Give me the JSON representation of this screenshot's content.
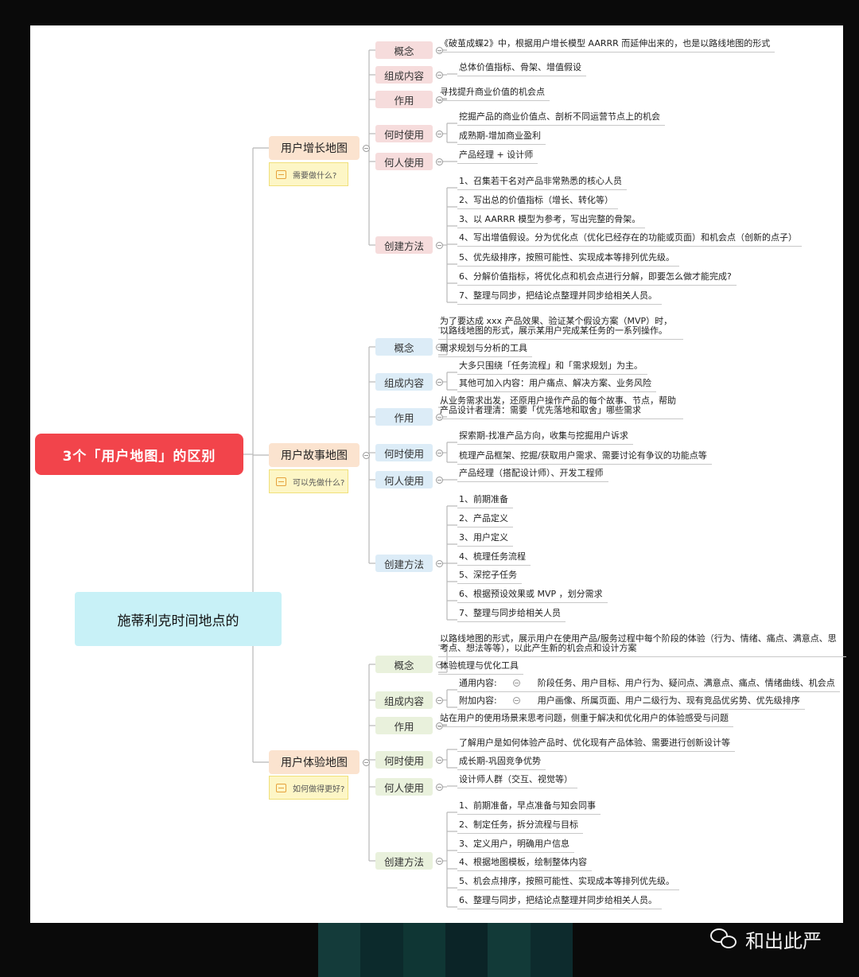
{
  "root": {
    "title": "3个「用户地图」的区别"
  },
  "floating": {
    "title": "施蒂利克时间地点的"
  },
  "branches": [
    {
      "title": "用户增长地图",
      "note": "需要做什么?",
      "children": [
        {
          "label": "概念",
          "items": [
            "《破茧成蝶2》中，根据用户增长模型 AARRR 而延伸出来的，也是以路线地图的形式"
          ]
        },
        {
          "label": "组成内容",
          "items": [
            "总体价值指标、骨架、增值假设"
          ]
        },
        {
          "label": "作用",
          "items": [
            "寻找提升商业价值的机会点"
          ]
        },
        {
          "label": "何时使用",
          "items": [
            "挖掘产品的商业价值点、剖析不同运营节点上的机会",
            "成熟期-增加商业盈利"
          ]
        },
        {
          "label": "何人使用",
          "items": [
            "产品经理 + 设计师"
          ]
        },
        {
          "label": "创建方法",
          "items": [
            "1、召集若干名对产品非常熟悉的核心人员",
            "2、写出总的价值指标（增长、转化等）",
            "3、以 AARRR 模型为参考，写出完整的骨架。",
            "4、写出增值假设。分为优化点（优化已经存在的功能或页面）和机会点（创新的点子）",
            "5、优先级排序，按照可能性、实现成本等排列优先级。",
            "6、分解价值指标，将优化点和机会点进行分解，即要怎么做才能完成?",
            "7、整理与同步，把结论点整理并同步给相关人员。"
          ]
        }
      ]
    },
    {
      "title": "用户故事地图",
      "note": "可以先做什么?",
      "children": [
        {
          "label": "概念",
          "items": [
            "为了要达成 xxx 产品效果、验证某个假设方案（MVP）时，以路线地图的形式，展示某用户完成某任务的一系列操作。",
            "需求规划与分析的工具"
          ]
        },
        {
          "label": "组成内容",
          "items": [
            "大多只围绕「任务流程」和「需求规划」为主。",
            "其他可加入内容：用户痛点、解决方案、业务风险"
          ]
        },
        {
          "label": "作用",
          "items": [
            "从业务需求出发，还原用户操作产品的每个故事、节点，帮助产品设计者理清：需要「优先落地和取舍」哪些需求"
          ]
        },
        {
          "label": "何时使用",
          "items": [
            "探索期-找准产品方向，收集与挖掘用户诉求",
            "梳理产品框架、挖掘/获取用户需求、需要讨论有争议的功能点等"
          ]
        },
        {
          "label": "何人使用",
          "items": [
            "产品经理（搭配设计师）、开发工程师"
          ]
        },
        {
          "label": "创建方法",
          "items": [
            "1、前期准备",
            "2、产品定义",
            "3、用户定义",
            "4、梳理任务流程",
            "5、深挖子任务",
            "6、根据预设效果或 MVP ，划分需求",
            "7、整理与同步给相关人员"
          ]
        }
      ]
    },
    {
      "title": "用户体验地图",
      "note": "如何做得更好?",
      "children": [
        {
          "label": "概念",
          "items": [
            "以路线地图的形式，展示用户在使用产品/服务过程中每个阶段的体验（行为、情绪、痛点、满意点、思考点、想法等等），以此产生新的机会点和设计方案",
            "体验梳理与优化工具"
          ]
        },
        {
          "label": "组成内容",
          "items": [
            {
              "tag": "通用内容:",
              "text": "阶段任务、用户目标、用户行为、疑问点、满意点、痛点、情绪曲线、机会点"
            },
            {
              "tag": "附加内容:",
              "text": "用户画像、所属页面、用户二级行为、现有竞品优劣势、优先级排序"
            }
          ]
        },
        {
          "label": "作用",
          "items": [
            "站在用户的使用场景来思考问题，侧重于解决和优化用户的体验感受与问题"
          ]
        },
        {
          "label": "何时使用",
          "items": [
            "了解用户是如何体验产品时、优化现有产品体验、需要进行创新设计等",
            "成长期-巩固竞争优势"
          ]
        },
        {
          "label": "何人使用",
          "items": [
            "设计师人群（交互、视觉等）"
          ]
        },
        {
          "label": "创建方法",
          "items": [
            "1、前期准备，早点准备与知会同事",
            "2、制定任务，拆分流程与目标",
            "3、定义用户，明确用户信息",
            "4、根据地图模板，绘制整体内容",
            "5、机会点排序，按照可能性、实现成本等排列优先级。",
            "6、整理与同步，把结论点整理并同步给相关人员。"
          ]
        }
      ]
    }
  ],
  "watermark": {
    "text": "和出此严",
    "icon": "wechat-icon"
  },
  "colors": {
    "root": "#f2444b",
    "main": "#fbe3cf",
    "growth": "#f6dcdc",
    "story": "#dcecf7",
    "experience": "#e9f1dc"
  }
}
